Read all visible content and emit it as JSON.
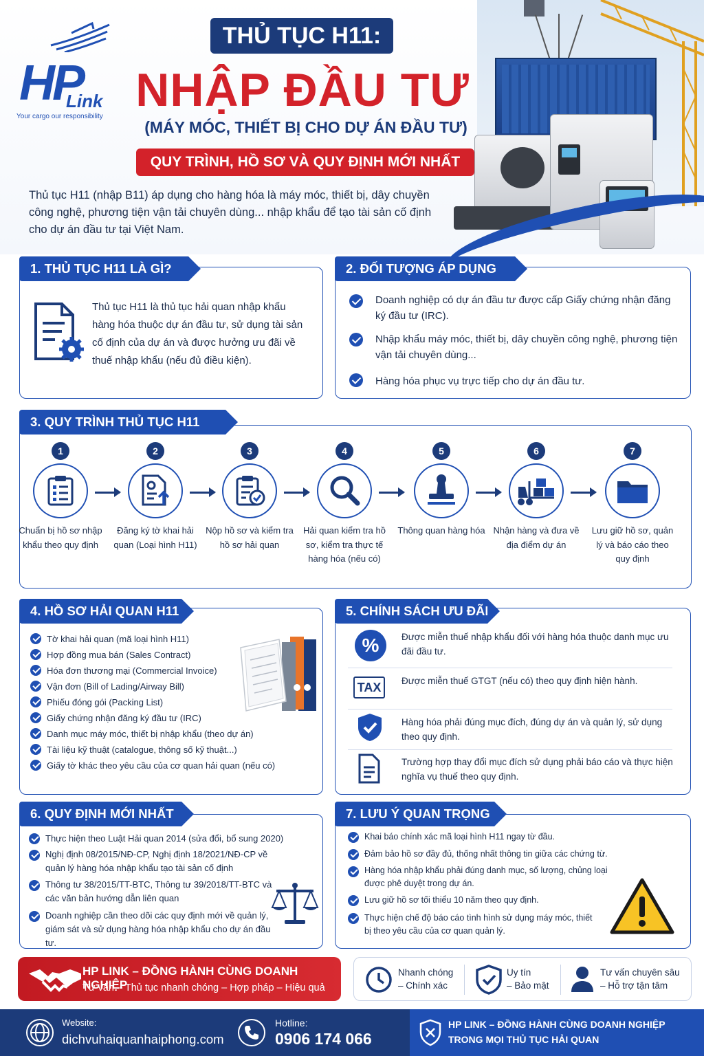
{
  "brand": {
    "logo_main": "HP",
    "logo_sub": "Link",
    "tagline": "Your cargo our responsibility"
  },
  "hero": {
    "title_pill": "THỦ TỤC H11:",
    "title_main": "NHẬP ĐẦU TƯ",
    "title_sub": "(MÁY MÓC, THIẾT BỊ CHO DỰ ÁN ĐẦU TƯ)",
    "title_red": "QUY TRÌNH, HỒ SƠ VÀ QUY ĐỊNH MỚI NHẤT",
    "intro": "Thủ tục H11 (nhập B11) áp dụng cho hàng hóa là máy móc, thiết bị, dây chuyền công nghệ, phương tiện vận tải chuyên dùng... nhập khẩu để tạo tài sản cố định cho dự án đầu tư tại Việt Nam."
  },
  "s1": {
    "title": "1. THỦ TỤC H11 LÀ GÌ?",
    "body": "Thủ tục H11 là thủ tục hải quan nhập khẩu hàng hóa thuộc dự án đầu tư, sử dụng tài sản cố định của dự án và được hưởng ưu đãi về thuế nhập khẩu (nếu đủ điều kiện)."
  },
  "s2": {
    "title": "2. ĐỐI TƯỢNG ÁP DỤNG",
    "items": [
      "Doanh nghiệp có dự án đầu tư được cấp Giấy chứng nhận đăng ký đầu tư (IRC).",
      "Nhập khẩu máy móc, thiết bị, dây chuyền công nghệ, phương tiện vận tải chuyên dùng...",
      "Hàng hóa phục vụ trực tiếp cho dự án đầu tư."
    ]
  },
  "s3": {
    "title": "3. QUY TRÌNH THỦ TỤC H11",
    "steps": [
      {
        "num": "1",
        "label": "Chuẩn bị hồ sơ nhập khẩu theo quy định"
      },
      {
        "num": "2",
        "label": "Đăng ký tờ khai hải quan (Loại hình H11)"
      },
      {
        "num": "3",
        "label": "Nộp hồ sơ và kiểm tra hồ sơ hải quan"
      },
      {
        "num": "4",
        "label": "Hải quan kiểm tra hồ sơ, kiểm tra thực tế hàng hóa (nếu có)"
      },
      {
        "num": "5",
        "label": "Thông quan hàng hóa"
      },
      {
        "num": "6",
        "label": "Nhận hàng và đưa về địa điểm dự án"
      },
      {
        "num": "7",
        "label": "Lưu giữ hồ sơ, quản lý và báo cáo theo quy định"
      }
    ]
  },
  "s4": {
    "title": "4. HỒ SƠ HẢI QUAN H11",
    "items": [
      "Tờ khai hải quan (mã loại hình H11)",
      "Hợp đồng mua bán (Sales Contract)",
      "Hóa đơn thương mại (Commercial Invoice)",
      "Vận đơn (Bill of Lading/Airway Bill)",
      "Phiếu đóng gói (Packing List)",
      "Giấy chứng nhận đăng ký đầu tư (IRC)",
      "Danh mục máy móc, thiết bị nhập khẩu (theo dự án)",
      "Tài liệu kỹ thuật (catalogue, thông số kỹ thuật...)",
      "Giấy tờ khác theo yêu cầu của cơ quan hải quan (nếu có)"
    ]
  },
  "s5": {
    "title": "5. CHÍNH SÁCH ƯU ĐÃI",
    "tax_label": "TAX",
    "items": [
      "Được miễn thuế nhập khẩu đối với hàng hóa thuộc danh mục ưu đãi đầu tư.",
      "Được miễn thuế GTGT (nếu có) theo quy định hiện hành.",
      "Hàng hóa phải đúng mục đích, đúng dự án và quản lý, sử dụng theo quy định.",
      "Trường hợp thay đổi mục đích sử dụng phải báo cáo và thực hiện nghĩa vụ thuế theo quy định."
    ]
  },
  "s6": {
    "title": "6. QUY ĐỊNH MỚI NHẤT",
    "items": [
      "Thực hiện theo Luật Hải quan 2014 (sửa đổi, bổ sung 2020)",
      "Nghị định 08/2015/NĐ-CP, Nghị định 18/2021/NĐ-CP về quản lý hàng hóa nhập khẩu tạo tài sản cố định",
      "Thông tư 38/2015/TT-BTC, Thông tư 39/2018/TT-BTC và các văn bản hướng dẫn liên quan",
      "Doanh nghiệp cần theo dõi các quy định mới về quản lý, giám sát và sử dụng hàng hóa nhập khẩu cho dự án đầu tư."
    ]
  },
  "s7": {
    "title": "7. LƯU Ý QUAN TRỌNG",
    "items": [
      "Khai báo chính xác mã loại hình H11 ngay từ đầu.",
      "Đảm bảo hồ sơ đầy đủ, thống nhất thông tin giữa các chứng từ.",
      "Hàng hóa nhập khẩu phải đúng danh mục, số lượng, chủng loại được phê duyệt trong dự án.",
      "Lưu giữ hồ sơ tối thiểu 10 năm theo quy định.",
      "Thực hiện chế độ báo cáo tình hình sử dụng máy móc, thiết bị theo yêu cầu của cơ quan quản lý."
    ]
  },
  "band": {
    "red_title": "HP LINK – ĐỒNG HÀNH CÙNG DOANH NGHIỆP",
    "red_sub": "Tư vấn – Thủ tục nhanh chóng – Hợp pháp – Hiệu quả",
    "features": [
      {
        "l1": "Nhanh chóng",
        "l2": "– Chính xác"
      },
      {
        "l1": "Uy tín",
        "l2": "– Bảo mật"
      },
      {
        "l1": "Tư vấn chuyên sâu",
        "l2": "– Hỗ trợ tận tâm"
      }
    ]
  },
  "footer": {
    "website_label": "Website:",
    "website": "dichvuhaiquanhaiphong.com",
    "hotline_label": "Hotline:",
    "hotline": "0906 174 066",
    "slogan_1": "HP LINK – ĐỒNG HÀNH CÙNG DOANH NGHIỆP",
    "slogan_2": "TRONG MỌI THỦ TỤC HẢI QUAN"
  },
  "colors": {
    "brand_blue": "#1f4fb3",
    "navy": "#1c3b7a",
    "accent_red": "#d3222a"
  }
}
